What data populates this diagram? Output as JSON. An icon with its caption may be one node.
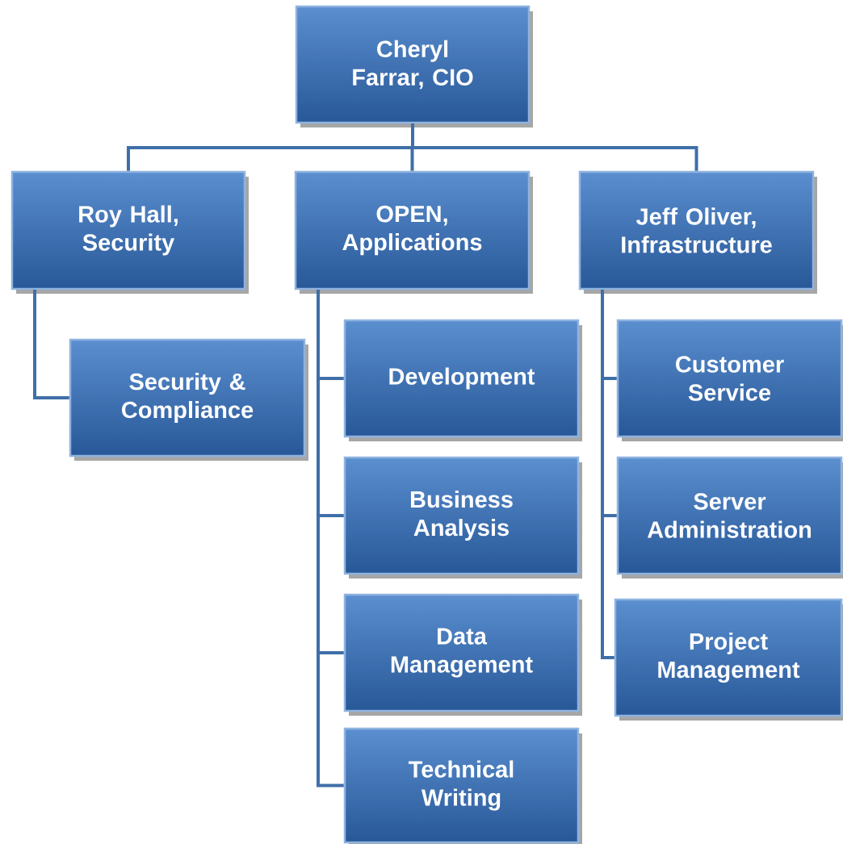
{
  "diagram": {
    "nodes": [
      {
        "text": [
          "Cheryl Farrar, CIO"
        ]
      },
      {
        "text": [
          "Roy Hall, Security"
        ]
      },
      {
        "text": [
          "OPEN, Applications"
        ]
      },
      {
        "text": [
          "Jeff Oliver, Infrastructure"
        ]
      },
      {
        "text": [
          "Security & Compliance"
        ]
      },
      {
        "text": [
          "Development"
        ]
      },
      {
        "text": [
          "Business Analysis"
        ]
      },
      {
        "text": [
          "Data Management"
        ]
      },
      {
        "text": [
          "Technical Writing"
        ]
      },
      {
        "text": [
          "Customer Service"
        ]
      },
      {
        "text": [
          "Server Administration"
        ]
      },
      {
        "text": [
          "Project Management"
        ]
      }
    ],
    "edges": [
      {
        "from": 0,
        "to": 1,
        "arrow": "none"
      },
      {
        "from": 0,
        "to": 2,
        "arrow": "none"
      },
      {
        "from": 0,
        "to": 3,
        "arrow": "none"
      },
      {
        "from": 1,
        "to": 4,
        "arrow": "none"
      },
      {
        "from": 2,
        "to": 5,
        "arrow": "none"
      },
      {
        "from": 2,
        "to": 6,
        "arrow": "none"
      },
      {
        "from": 2,
        "to": 7,
        "arrow": "none"
      },
      {
        "from": 2,
        "to": 8,
        "arrow": "none"
      },
      {
        "from": 3,
        "to": 9,
        "arrow": "none"
      },
      {
        "from": 3,
        "to": 10,
        "arrow": "none"
      },
      {
        "from": 3,
        "to": 11,
        "arrow": "none"
      }
    ]
  }
}
